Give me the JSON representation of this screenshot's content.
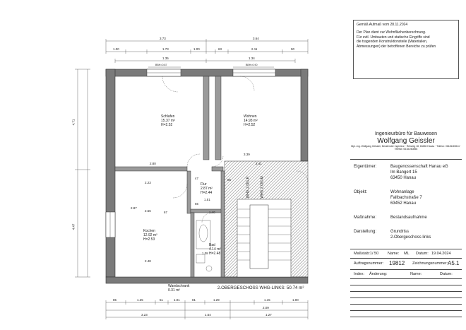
{
  "note": {
    "lines": [
      "Gemäß Aufmaß vom 28.11.2024",
      "Der Plan dient zur Wohnflächenberechnung.",
      "Für evtl. Umbauten und statische Eingriffe sind",
      "die tragenden Konstruktionsteile (Materialien,",
      "Abmessungen) der betroffenen Bereiche zu prüfen"
    ]
  },
  "firm": {
    "title": "Ingenieurbüro für Bauwesen",
    "name": "Wolfgang Geissler",
    "address": "Dipl.-Ing. Wolfgang Geissler, Beratender Ingenieur · Rehweg 18, 63456 Hanau · Telefon: 06181/60814 · Telefax: 06181/60858"
  },
  "info": {
    "eigentuemer_label": "Eigentümer:",
    "eigentuemer_1": "Baugenossenschaft Hanau eG",
    "eigentuemer_2": "Im Bangert 15",
    "eigentuemer_3": "63450 Hanau",
    "objekt_label": "Objekt:",
    "objekt_1": "Wohnanlage",
    "objekt_2": "Fallbachstraße 7",
    "objekt_3": "63452 Hanau",
    "massnahme_label": "Maßnahme:",
    "massnahme": "Bestandsaufnahme",
    "darstellung_label": "Darstellung:",
    "darstellung_1": "Grundriss",
    "darstellung_2": "2.Obergeschoss links",
    "massstab": "Maßstab:1/ 50",
    "name_label": "Name:",
    "name": "ML",
    "datum_label": "Datum:",
    "datum": "19.04.2024",
    "auftrag_label": "Auftragsnummer:",
    "auftrag": "19812",
    "zeichnung_label": "Zeichnungsnummer:",
    "zeichnung": "A5.1",
    "index_label": "Index:",
    "aenderung_label": "Änderung:",
    "name2_label": "Name:",
    "datum2_label": "Datum:"
  },
  "plan": {
    "rooms": {
      "schlafen": {
        "name": "Schlafen",
        "area": "15.37 m²",
        "height": "H=2.52"
      },
      "wohnen": {
        "name": "Wohnen",
        "area": "14.93 m²",
        "height": "H=2.52"
      },
      "flur": {
        "name": "Flur",
        "area": "2.87 m²",
        "height": "H=2.44"
      },
      "kochen": {
        "name": "Kochen",
        "area": "12.92 m²",
        "height": "H=2.53"
      },
      "bad": {
        "name": "Bad",
        "area": "4.14 m²",
        "height": "H=2.48"
      },
      "wandschrank": {
        "name": "Wandschrank",
        "area": "0.31 m²"
      }
    },
    "unit1": "WHG 2.OG-R",
    "unit2": "WHG 2.OG-M",
    "total": "2.OBERGESCHOSS WHG-LINKS: 50.74 m²",
    "bbh1": "BBH=0.87",
    "bbh2": "BBH=0.90",
    "dims_top_1": [
      "3.73",
      "3.64"
    ],
    "dims_top_2": [
      "1.00",
      "1.73",
      "1.00",
      "63",
      "2.11",
      "90"
    ],
    "dims_top_3": [
      "1.35",
      "1.34"
    ],
    "dims_left": [
      "4.71",
      "4.47"
    ],
    "dims_inner": [
      "2.80",
      "3.39",
      "2.41",
      "2.23",
      "2.56",
      "2.48",
      "2.87",
      "1.51",
      "1.40",
      "1.08",
      "67",
      "85",
      "47",
      "66"
    ],
    "dims_bottom_1": [
      "85",
      "1.25",
      "51",
      "1.01",
      "81",
      "1.29",
      "1.15",
      "1.00"
    ],
    "dims_bottom_2": [
      "2.09"
    ],
    "dims_bottom_3": [
      "3.23",
      "1.54",
      "1.27"
    ]
  }
}
